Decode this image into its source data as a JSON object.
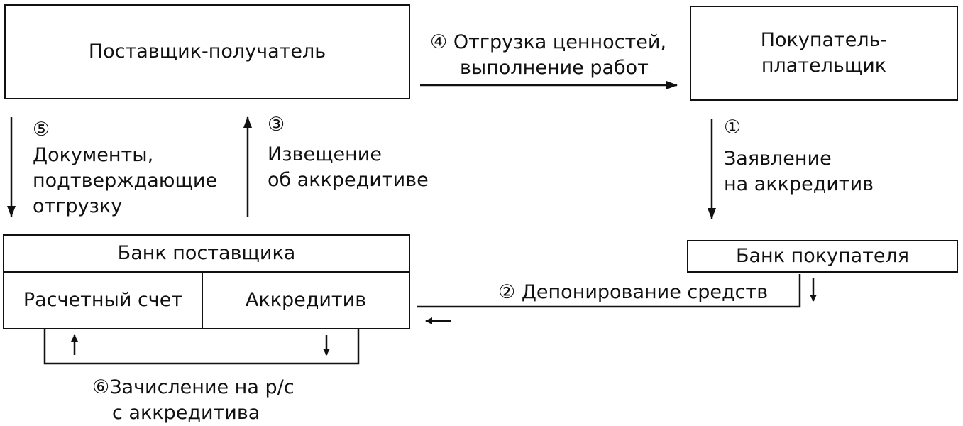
{
  "boxes": {
    "supplier": "Поставщик-получатель",
    "buyer": [
      "Покупатель-",
      "плательщик"
    ],
    "supplier_bank": {
      "title": "Банк поставщика",
      "account": "Расчетный счет",
      "credit": "Аккредитив"
    },
    "buyer_bank": "Банк покупателя"
  },
  "steps": {
    "s1": {
      "num": "①",
      "lines": [
        "Заявление",
        "на аккредитив"
      ]
    },
    "s2": {
      "num": "②",
      "text": "Депонирование средств"
    },
    "s3": {
      "num": "③",
      "lines": [
        "Извещение",
        "об аккредитиве"
      ]
    },
    "s4": {
      "num": "④",
      "line1": "Отгрузка ценностей,",
      "line2": "выполнение работ"
    },
    "s5": {
      "num": "⑤",
      "lines": [
        "Документы,",
        "подтверждающие",
        "отгрузку"
      ]
    },
    "s6": {
      "num": "⑥",
      "line1": "Зачисление на р/с",
      "line2": "с аккредитива"
    }
  }
}
